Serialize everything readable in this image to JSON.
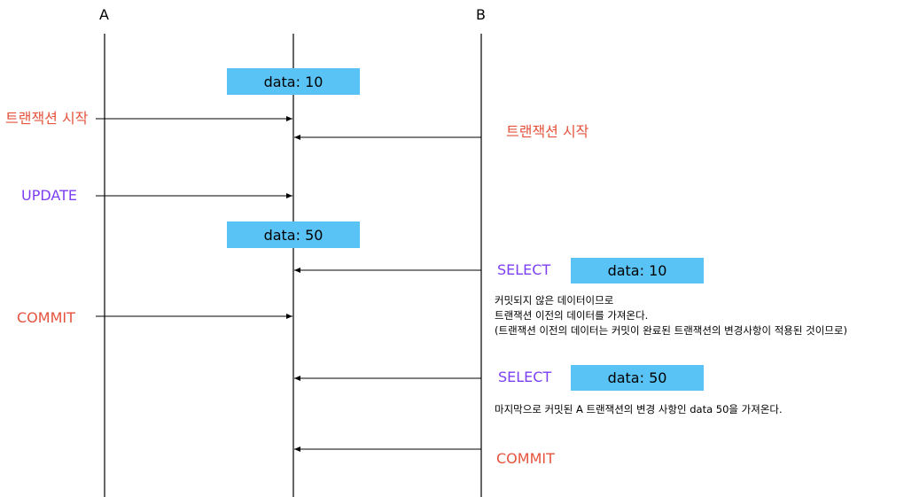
{
  "columns": {
    "a": "A",
    "b": "B"
  },
  "data_boxes": {
    "initial": "data: 10",
    "after_update": "data: 50",
    "select1_result": "data: 10",
    "select2_result": "data: 50"
  },
  "a_events": {
    "tx_start": "트랜잭션 시작",
    "update": "UPDATE",
    "commit": "COMMIT"
  },
  "b_events": {
    "tx_start": "트랜잭션 시작",
    "select1": "SELECT",
    "select2": "SELECT",
    "commit": "COMMIT"
  },
  "notes": {
    "select1": [
      "커밋되지 않은 데이터이므로",
      "트랜잭션 이전의 데이터를 가져온다.",
      "(트랜잭션 이전의 데이터는 커밋이 완료된 트랜잭션의 변경사항이 적용된 것이므로)"
    ],
    "select2": "마지막으로 커밋된 A 트랜잭션의 변경 사항인 data 50을 가져온다."
  },
  "colors": {
    "red": "#e5533d",
    "purple": "#7d3ff2",
    "box": "#5ac3f5"
  }
}
